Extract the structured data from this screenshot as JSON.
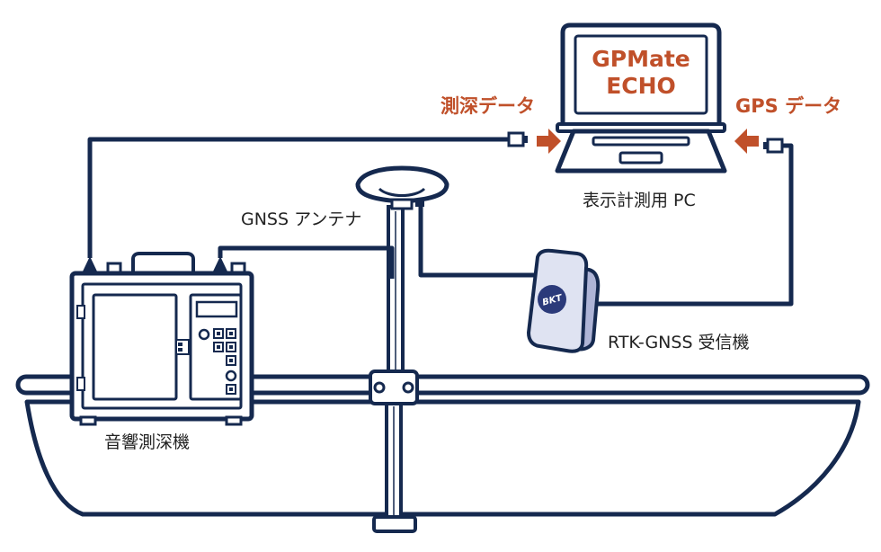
{
  "colors": {
    "line": "#15294f",
    "accent": "#c0502a",
    "device_fill": "#e8ecf4",
    "receiver_fill": "#dfe3f2",
    "receiver_side": "#aeb4d6"
  },
  "software": {
    "line1": "GPMate",
    "line2": "ECHO"
  },
  "labels": {
    "depth_data": "測深データ",
    "gps_data": "GPS データ",
    "display_pc": "表示計測用 PC",
    "gnss_antenna": "GNSS アンテナ",
    "rtk_receiver": "RTK-GNSS 受信機",
    "echo_sounder": "音響測深機",
    "receiver_logo": "BKT"
  },
  "icons": {
    "arrow_depth": "arrow-right-icon",
    "arrow_gps": "arrow-left-icon"
  }
}
